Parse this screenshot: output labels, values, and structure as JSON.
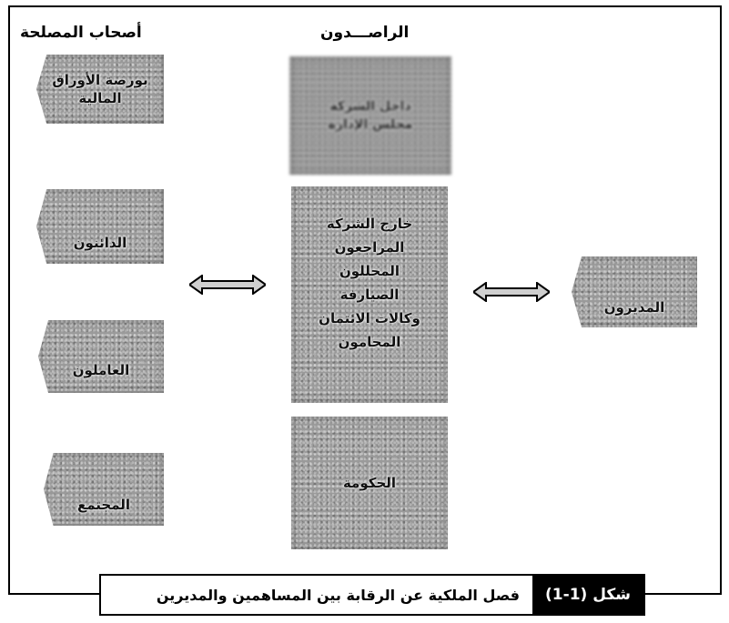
{
  "headers": {
    "stakeholders": "أصحاب المصلحة",
    "monitors": "الراصـــدون"
  },
  "stakeholders": [
    {
      "lines": [
        "بورصة الأوراق",
        "المالية"
      ]
    },
    {
      "lines": [
        "الدائنون"
      ]
    },
    {
      "lines": [
        "العاملون"
      ]
    },
    {
      "lines": [
        "المجتمع"
      ]
    }
  ],
  "monitors": {
    "inside": {
      "lines": [
        "داخل الشركة",
        "مجلس الإدارة"
      ]
    },
    "outside": {
      "lines": [
        "خارج الشركة",
        "المراجعون",
        "المحللون",
        "الصيارفة",
        "وكالات الائتمان",
        "المحامون"
      ]
    },
    "government": {
      "lines": [
        "الحكومة"
      ]
    }
  },
  "managers": {
    "lines": [
      "المديرون"
    ]
  },
  "caption": {
    "number": "شكل (1-1)",
    "text": "فصل الملكية عن الرقابة بين المساهمين والمديرين"
  }
}
